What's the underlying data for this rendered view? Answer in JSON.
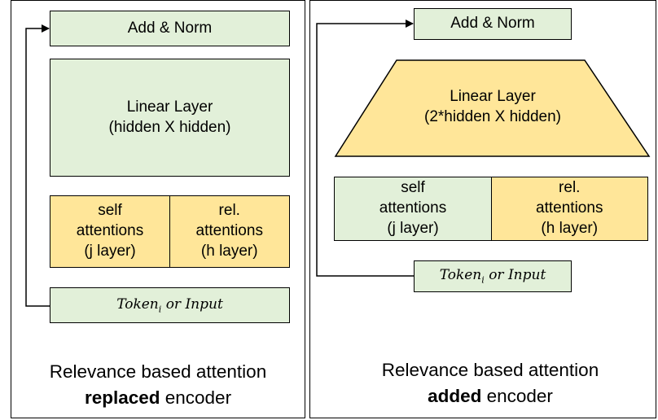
{
  "left": {
    "add_norm": "Add & Norm",
    "linear_title": "Linear Layer",
    "linear_sub": "(hidden X hidden)",
    "self_l1": "self",
    "self_l2": "attentions",
    "self_l3": "(j layer)",
    "rel_l1": "rel.",
    "rel_l2": "attentions",
    "rel_l3": "(h layer)",
    "token_main": "Token",
    "token_sub": "i",
    "token_rest": " or Input",
    "caption_line1": "Relevance based attention",
    "caption_bold": "replaced",
    "caption_rest": " encoder"
  },
  "right": {
    "add_norm": "Add & Norm",
    "linear_title": "Linear Layer",
    "linear_sub": "(2*hidden X hidden)",
    "self_l1": "self",
    "self_l2": "attentions",
    "self_l3": "(j layer)",
    "rel_l1": "rel.",
    "rel_l2": "attentions",
    "rel_l3": "(h layer)",
    "token_main": "Token",
    "token_sub": "i",
    "token_rest": " or Input",
    "caption_line1": "Relevance based attention",
    "caption_bold": "added",
    "caption_rest": " encoder"
  },
  "colors": {
    "green": "#e2f0d9",
    "yellow": "#ffe699"
  }
}
